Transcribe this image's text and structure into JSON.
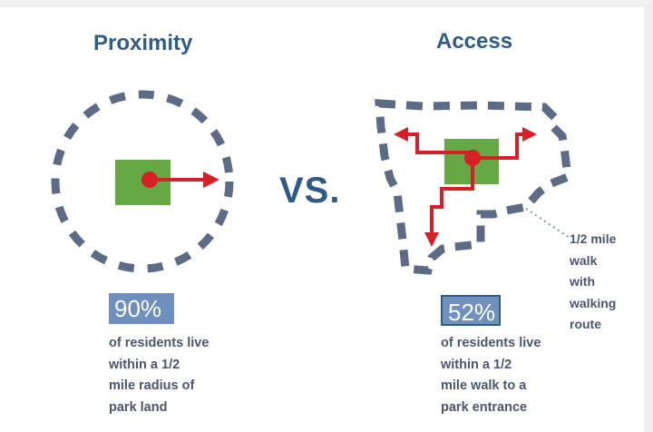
{
  "proximity": {
    "title": "Proximity",
    "stat": "90%",
    "caption": [
      "of residents live",
      "within a 1/2",
      "mile radius of",
      "park land"
    ]
  },
  "vs_label": "VS.",
  "access": {
    "title": "Access",
    "stat": "52%",
    "caption": [
      "of residents live",
      "within a 1/2",
      "mile walk to a",
      "park entrance"
    ],
    "callout": [
      "1/2 mile",
      "walk",
      "with",
      "walking",
      "route"
    ]
  },
  "colors": {
    "dash": "#5c6b86",
    "park": "#66a843",
    "arrow": "#d62027",
    "title": "#2f5c86",
    "stat_bg": "#6f8fbf",
    "text": "#4a5670"
  }
}
